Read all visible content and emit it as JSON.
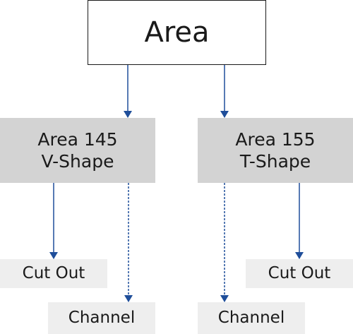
{
  "colors": {
    "arrow": "#1f4e9a",
    "mid_fill": "#d3d3d3",
    "leaf_fill": "#eeeeee"
  },
  "root": {
    "label": "Area"
  },
  "branches": [
    {
      "title": "Area 145",
      "subtitle": "V-Shape",
      "children": [
        "Cut Out",
        "Channel"
      ]
    },
    {
      "title": "Area 155",
      "subtitle": "T-Shape",
      "children": [
        "Cut Out",
        "Channel"
      ]
    }
  ]
}
